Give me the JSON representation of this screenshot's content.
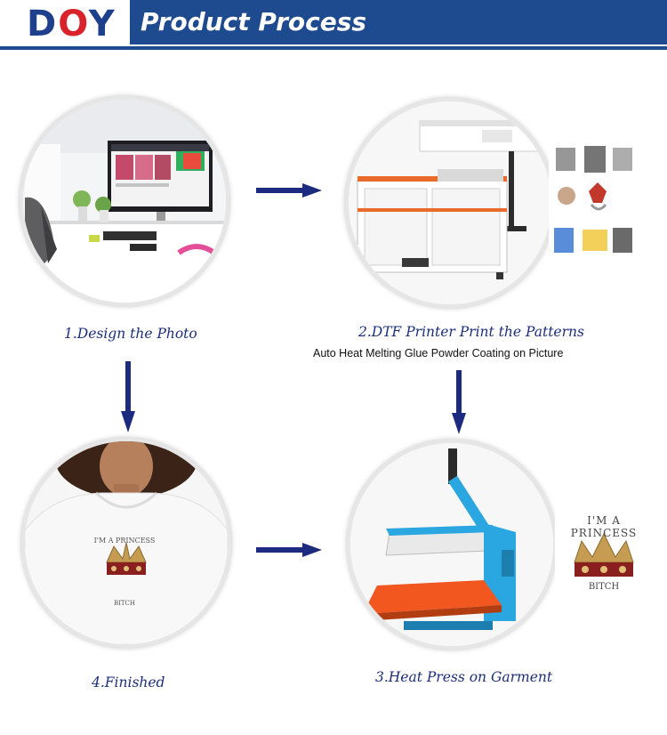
{
  "header": {
    "logo": "DOY",
    "title": "Product Process"
  },
  "steps": [
    {
      "label": "1.Design the Photo"
    },
    {
      "label": "2.DTF Printer Print the Patterns",
      "sublabel": "Auto Heat Melting Glue Powder Coating on Picture"
    },
    {
      "label": "3.Heat Press on Garment"
    },
    {
      "label": "4.Finished"
    }
  ],
  "artwork": {
    "line1": "I'M A PRINCESS",
    "line2": "BITCH"
  },
  "colors": {
    "brand_blue": "#1e4a8f",
    "arrow_blue": "#1c2a80",
    "logo_red": "#d8232a",
    "caption_blue": "#1c2f7a"
  }
}
